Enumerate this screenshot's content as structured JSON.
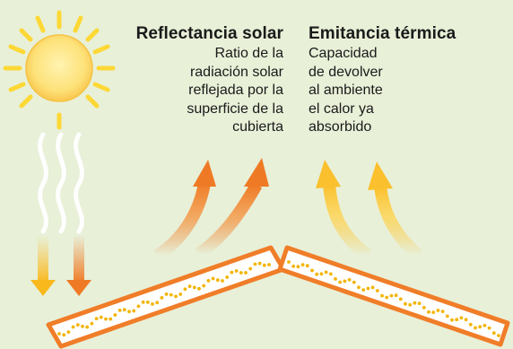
{
  "reflectance": {
    "title": "Reflectancia solar",
    "lines": [
      "Ratio de la",
      "radiación solar",
      "reflejada por la",
      "superficie de la",
      "cubierta"
    ]
  },
  "emittance": {
    "title": "Emitancia térmica",
    "lines": [
      "Capacidad",
      "de devolver",
      "al ambiente",
      "el calor ya",
      "absorbido"
    ]
  },
  "icons": [
    "sun-icon",
    "heat-waves-icon",
    "incoming-arrow-icon",
    "reflected-arrow-icon",
    "emitted-arrow-icon",
    "roof-panel-icon"
  ],
  "colors": {
    "background": "#e8f0d8",
    "sun": "#fcd34d",
    "sun_rays": "#fdd835",
    "reflect_orange": "#f07d28",
    "emit_yellow": "#fbc02d",
    "roof_border": "#f07d28",
    "roof_dots": "#f3b400"
  }
}
